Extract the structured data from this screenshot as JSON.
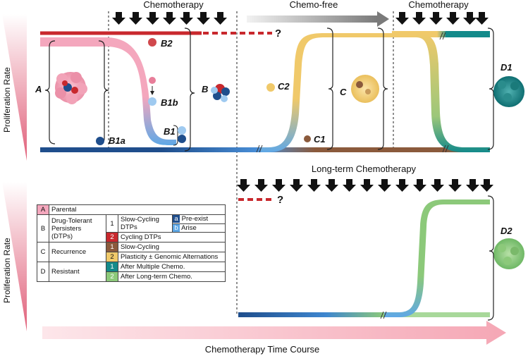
{
  "top_phase_labels": {
    "chemo_1": "Chemotherapy",
    "chemo_free": "Chemo-free",
    "chemo_2": "Chemotherapy"
  },
  "bottom_phase_label": "Long-term Chemotherapy",
  "y_axis_label": "Proliferation Rate",
  "x_axis_label": "Chemotherapy Time Course",
  "question_mark": "?",
  "population_labels": {
    "A": "A",
    "B": "B",
    "B1": "B1",
    "B1a": "B1a",
    "B1b": "B1b",
    "B2": "B2",
    "C": "C",
    "C1": "C1",
    "C2": "C2",
    "D1": "D1",
    "D2": "D2"
  },
  "legend": {
    "A": {
      "code": "A",
      "label": "Parental"
    },
    "B": {
      "code": "B",
      "label": "Drug-Tolerant Persisters (DTPs)",
      "sub1_code": "1",
      "sub1_label": "Slow-Cycling DTPs",
      "sub1a_code": "a",
      "sub1a_label": "Pre-exist",
      "sub1b_code": "b",
      "sub1b_label": "Arise",
      "sub2_code": "2",
      "sub2_label": "Cycling DTPs"
    },
    "C": {
      "code": "C",
      "label": "Recurrence",
      "sub1_code": "1",
      "sub1_label": "Slow-Cycling",
      "sub2_code": "2",
      "sub2_label": "Plasticity ± Genomic Alternations"
    },
    "D": {
      "code": "D",
      "label": "Resistant",
      "sub1_code": "1",
      "sub1_label": "After Multiple Chemo.",
      "sub2_code": "2",
      "sub2_label": "After Long-term Chemo."
    }
  },
  "colors": {
    "parental": "#f4a7bd",
    "slow_dtp_preexist": "#1f4e8c",
    "slow_dtp_arise": "#5fa8e6",
    "cycling_dtp": "#c8282d",
    "recur_slow": "#8b5a3c",
    "recur_plastic": "#f0c96a",
    "resist_multi": "#138a8a",
    "resist_long": "#8cc97a"
  }
}
